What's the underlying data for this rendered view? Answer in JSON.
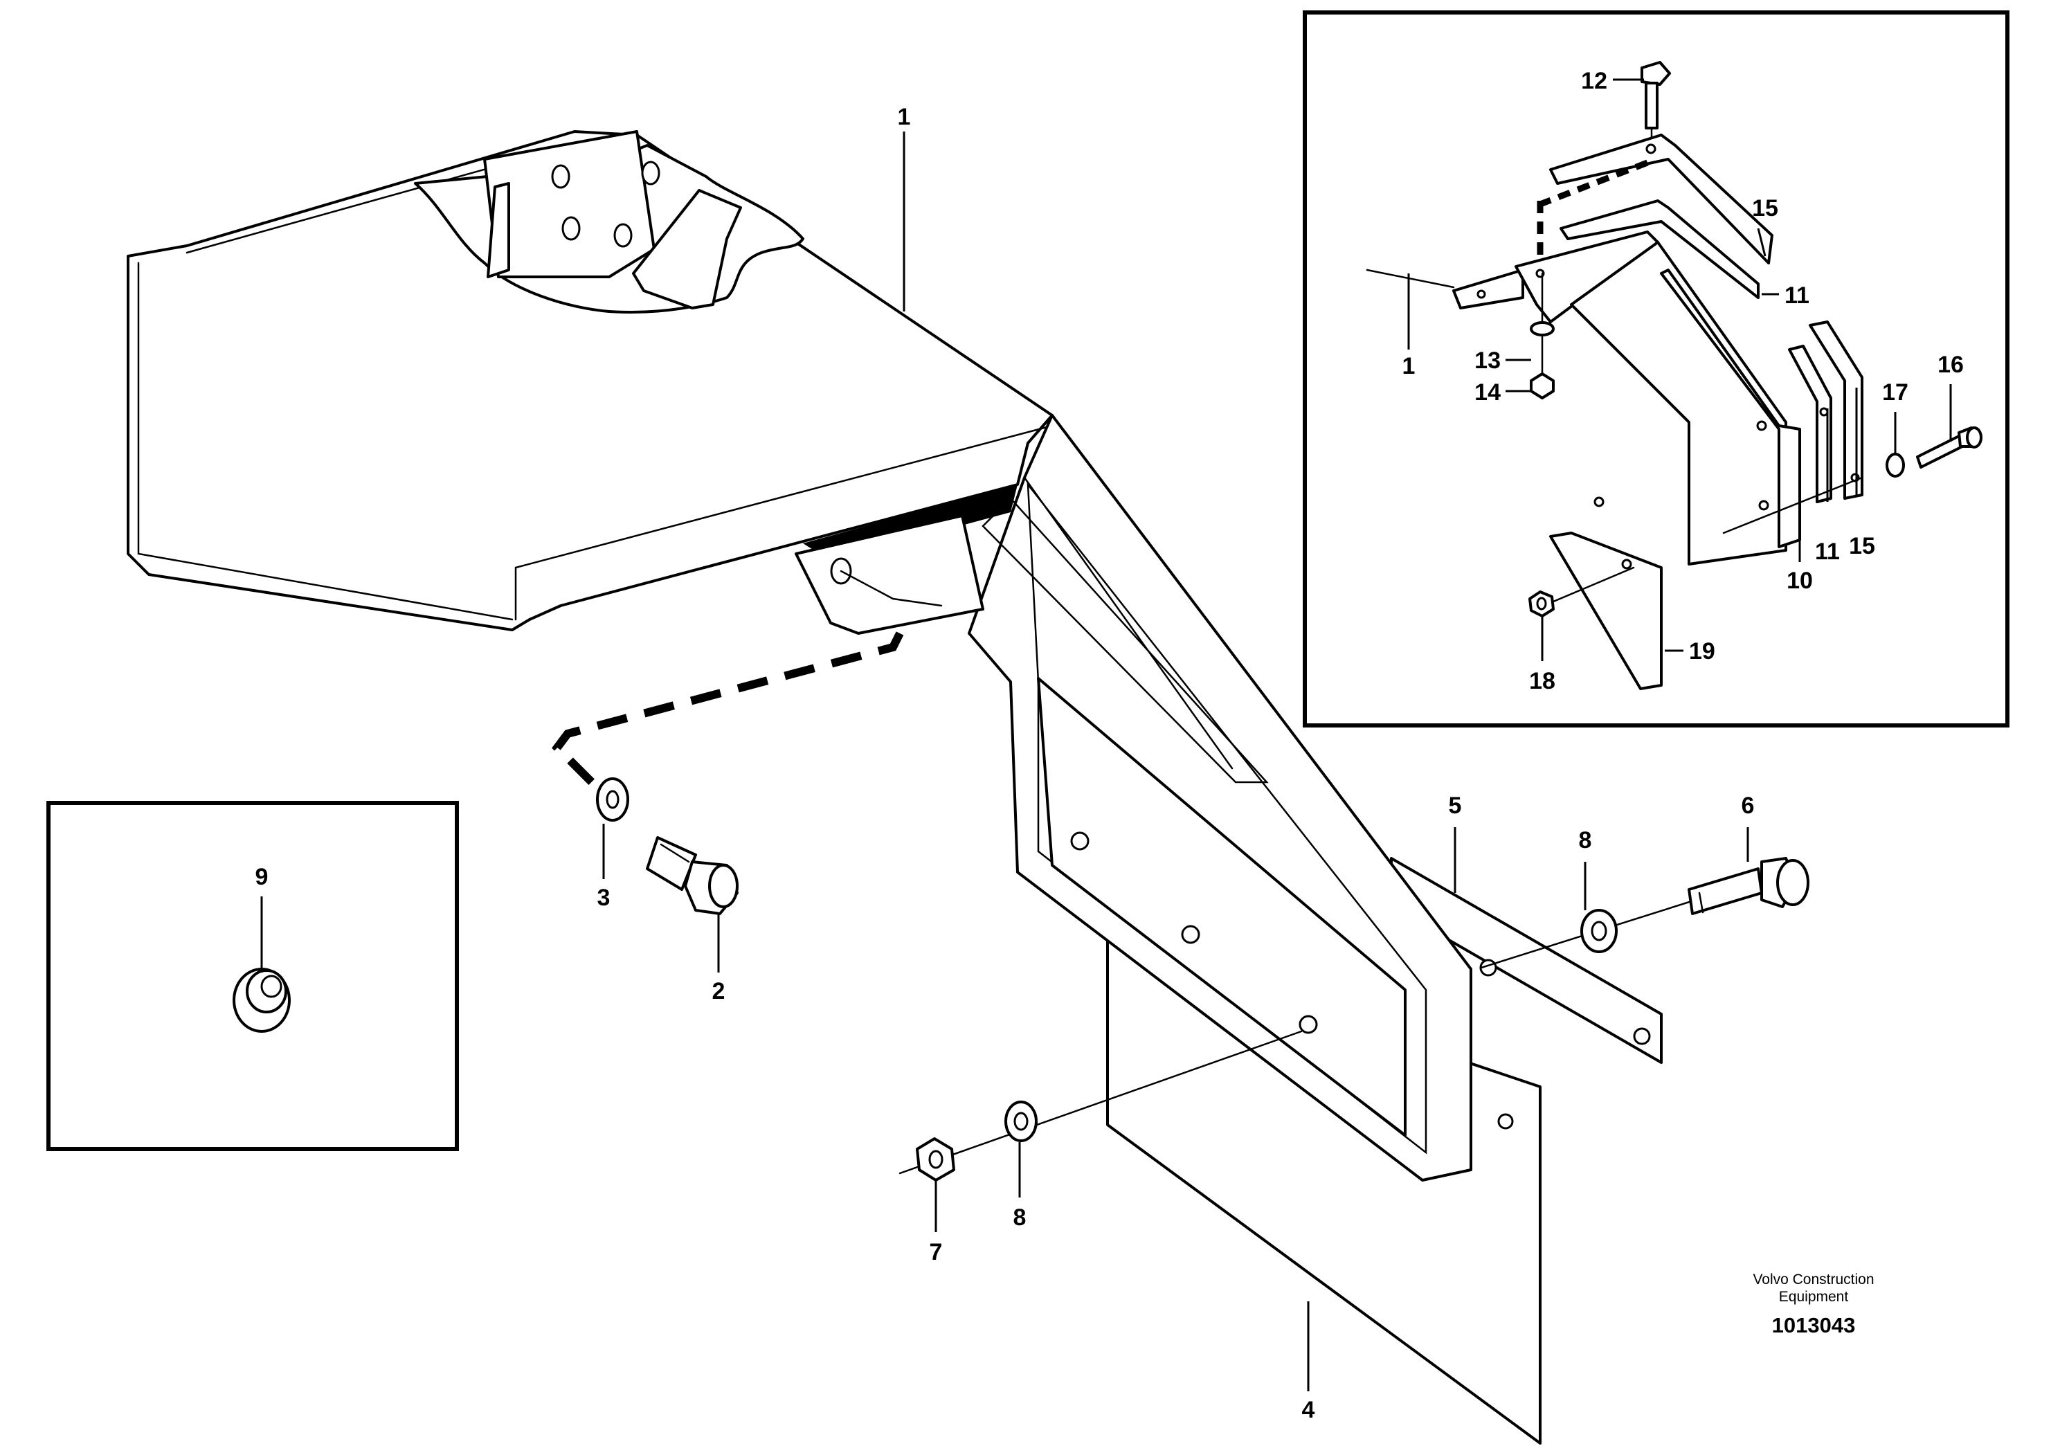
{
  "callouts": {
    "c1_main": "1",
    "c2": "2",
    "c3": "3",
    "c4": "4",
    "c5": "5",
    "c6": "6",
    "c7": "7",
    "c8_upper": "8",
    "c8_lower": "8",
    "c9": "9",
    "c1_inset": "1",
    "c10": "10",
    "c11_upper": "11",
    "c11_lower": "11",
    "c12": "12",
    "c13": "13",
    "c14": "14",
    "c15_upper": "15",
    "c15_lower": "15",
    "c16": "16",
    "c17": "17",
    "c18": "18",
    "c19": "19"
  },
  "footer": {
    "brand_line1": "Volvo Construction",
    "brand_line2": "Equipment",
    "drawing_number": "1013043"
  }
}
